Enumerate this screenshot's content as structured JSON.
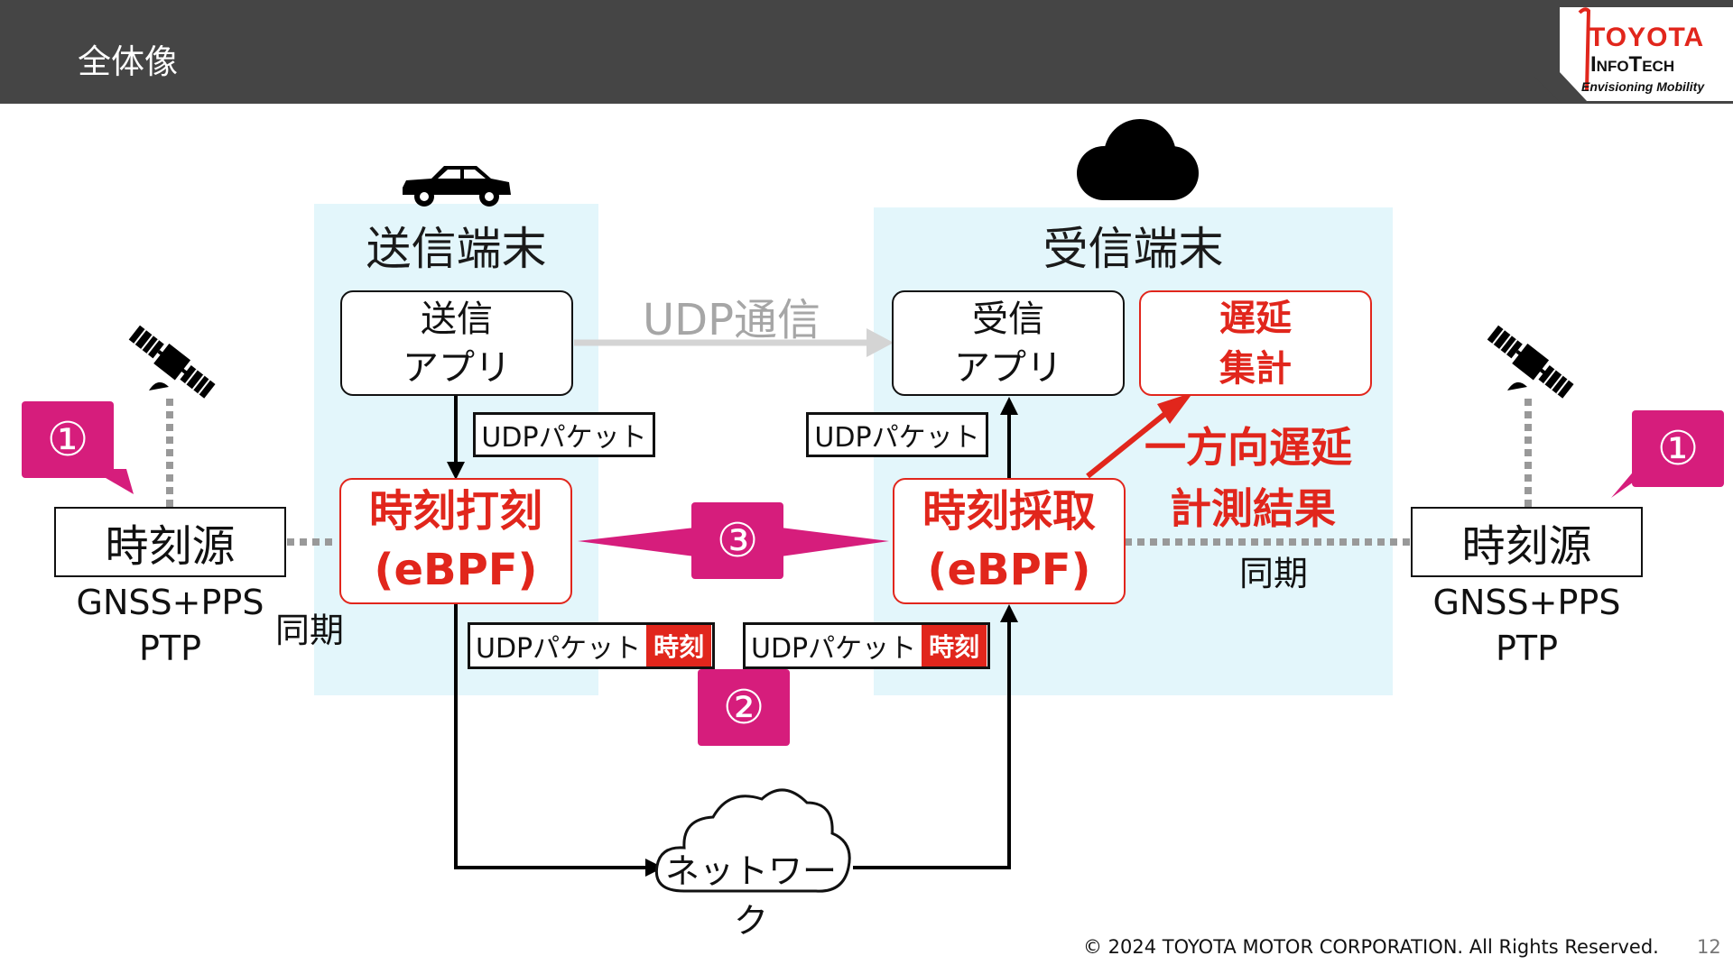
{
  "header": {
    "title": "全体像"
  },
  "logo": {
    "line1": "TOYOTA",
    "line2": "InfoTech",
    "line3": "Envisioning Mobility"
  },
  "sender": {
    "title": "送信端末",
    "app_line1": "送信",
    "app_line2": "アプリ",
    "ebpf_line1": "時刻打刻",
    "ebpf_line2": "(eBPF)"
  },
  "receiver": {
    "title": "受信端末",
    "app_line1": "受信",
    "app_line2": "アプリ",
    "agg_line1": "遅延",
    "agg_line2": "集計",
    "ebpf_line1": "時刻採取",
    "ebpf_line2": "(eBPF)"
  },
  "udp_comm_label": "UDP通信",
  "packets": {
    "sender_packet": "UDPパケット",
    "receiver_packet": "UDPパケット",
    "stamped_left_label": "UDPパケット",
    "stamped_left_tag": "時刻",
    "stamped_right_label": "UDPパケット",
    "stamped_right_tag": "時刻"
  },
  "result_line1": "一方向遅延",
  "result_line2": "計測結果",
  "network_label": "ネットワーク",
  "time_source_left": {
    "title": "時刻源",
    "line1": "GNSS+PPS",
    "line2": "PTP",
    "sync": "同期"
  },
  "time_source_right": {
    "title": "時刻源",
    "line1": "GNSS+PPS",
    "line2": "PTP",
    "sync": "同期"
  },
  "markers": {
    "m1_left": "①",
    "m1_right": "①",
    "m2": "②",
    "m3": "③"
  },
  "footer": {
    "copyright": "© 2024 TOYOTA MOTOR CORPORATION. All Rights Reserved.",
    "page": "12"
  },
  "icons": {
    "car": "car-icon",
    "cloud": "cloud-icon",
    "satellite": "satellite-icon",
    "network_cloud": "network-cloud-icon"
  },
  "colors": {
    "accent_red": "#e1261c",
    "marker_pink": "#d61d7c",
    "panel_blue": "#e3f6fb",
    "header_gray": "#454545"
  }
}
